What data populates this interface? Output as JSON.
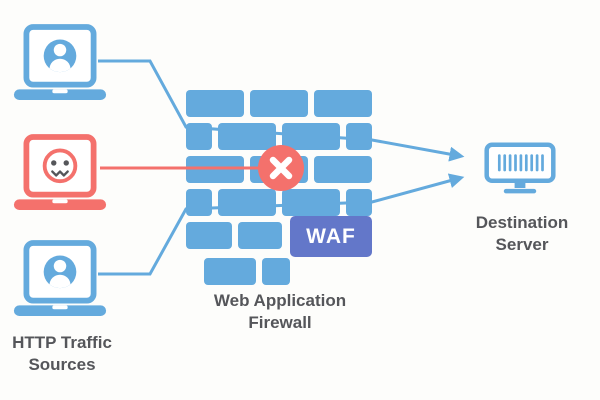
{
  "colors": {
    "background": "#fdfdfb",
    "blue": "#64aadd",
    "red": "#f4716c",
    "waf": "#6377c9",
    "text": "#55565a"
  },
  "nodes": {
    "sources": {
      "label_lines": [
        "HTTP Traffic",
        "Sources"
      ],
      "laptops": [
        {
          "type": "user",
          "status": "allowed"
        },
        {
          "type": "hacker",
          "status": "blocked"
        },
        {
          "type": "user",
          "status": "allowed"
        }
      ]
    },
    "firewall": {
      "label_lines": [
        "Web Application",
        "Firewall"
      ],
      "badge": "WAF"
    },
    "server": {
      "label_lines": [
        "Destination",
        "Server"
      ]
    }
  },
  "icons": {
    "user_laptop": "user-laptop-icon",
    "hacker_laptop": "hacker-laptop-icon",
    "blocked": "blocked-x-icon",
    "server": "destination-server-icon",
    "arrow": "arrow-right-icon"
  }
}
